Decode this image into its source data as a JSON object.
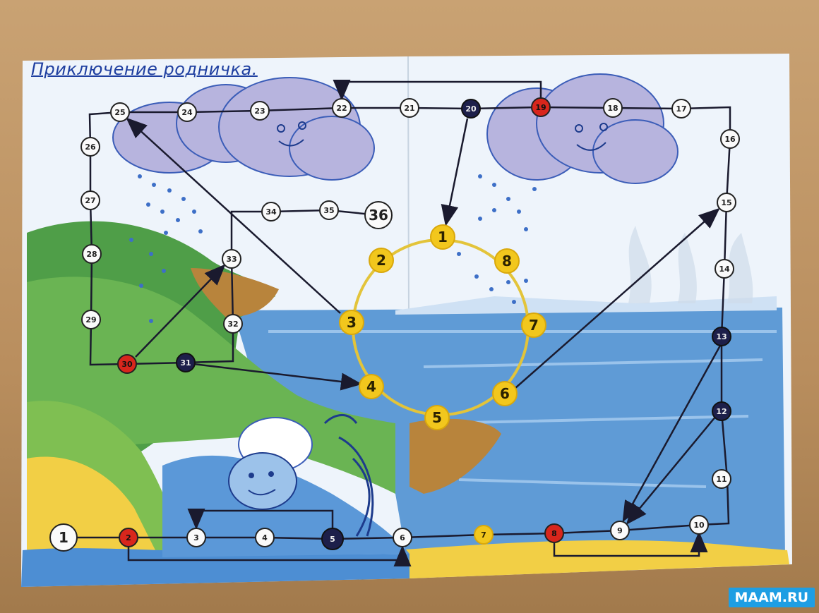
{
  "title": "Приключение родничка.",
  "watermark": "MAAM.RU",
  "colors": {
    "path_line": "#1a1a2e",
    "ring": "#e3c43a",
    "red_step": "#d8261c",
    "navy_step": "#1d1f4a",
    "yellow_step": "#f2c71d",
    "sea": "#5f9bd6",
    "grass": "#4f9e48",
    "sand": "#f2cf45",
    "sky": "#eaf2fb"
  },
  "board": {
    "path_steps": [
      {
        "label": "1",
        "style": "white"
      },
      {
        "label": "2",
        "style": "red"
      },
      {
        "label": "3",
        "style": "white"
      },
      {
        "label": "4",
        "style": "white"
      },
      {
        "label": "5",
        "style": "navy"
      },
      {
        "label": "6",
        "style": "white"
      },
      {
        "label": "7",
        "style": "yellow"
      },
      {
        "label": "8",
        "style": "red"
      },
      {
        "label": "9",
        "style": "white"
      },
      {
        "label": "10",
        "style": "white"
      },
      {
        "label": "11",
        "style": "white"
      },
      {
        "label": "12",
        "style": "navy"
      },
      {
        "label": "13",
        "style": "navy"
      },
      {
        "label": "14",
        "style": "white"
      },
      {
        "label": "15",
        "style": "white"
      },
      {
        "label": "16",
        "style": "white"
      },
      {
        "label": "17",
        "style": "white"
      },
      {
        "label": "18",
        "style": "white"
      },
      {
        "label": "19",
        "style": "red"
      },
      {
        "label": "20",
        "style": "navy"
      },
      {
        "label": "21",
        "style": "white"
      },
      {
        "label": "22",
        "style": "white"
      },
      {
        "label": "23",
        "style": "white"
      },
      {
        "label": "24",
        "style": "white"
      },
      {
        "label": "25",
        "style": "white"
      },
      {
        "label": "26",
        "style": "white"
      },
      {
        "label": "27",
        "style": "white"
      },
      {
        "label": "28",
        "style": "white"
      },
      {
        "label": "29",
        "style": "white"
      },
      {
        "label": "30",
        "style": "red"
      },
      {
        "label": "31",
        "style": "navy"
      },
      {
        "label": "32",
        "style": "white"
      },
      {
        "label": "33",
        "style": "white"
      },
      {
        "label": "34",
        "style": "white"
      },
      {
        "label": "35",
        "style": "white"
      },
      {
        "label": "36",
        "style": "white"
      }
    ],
    "ring_steps": [
      "1",
      "2",
      "3",
      "4",
      "5",
      "6",
      "7",
      "8"
    ],
    "jumps": [
      {
        "from": "2",
        "to": "6"
      },
      {
        "from": "5",
        "to": "3"
      },
      {
        "from": "8",
        "to": "10"
      },
      {
        "from": "13",
        "to": "9"
      },
      {
        "from": "12",
        "to": "9"
      },
      {
        "from": "ring-6",
        "to": "15"
      },
      {
        "from": "19",
        "to": "22"
      },
      {
        "from": "20",
        "to": "ring-1"
      },
      {
        "from": "ring-3",
        "to": "25"
      },
      {
        "from": "30",
        "to": "33"
      },
      {
        "from": "31",
        "to": "ring-4"
      }
    ]
  }
}
